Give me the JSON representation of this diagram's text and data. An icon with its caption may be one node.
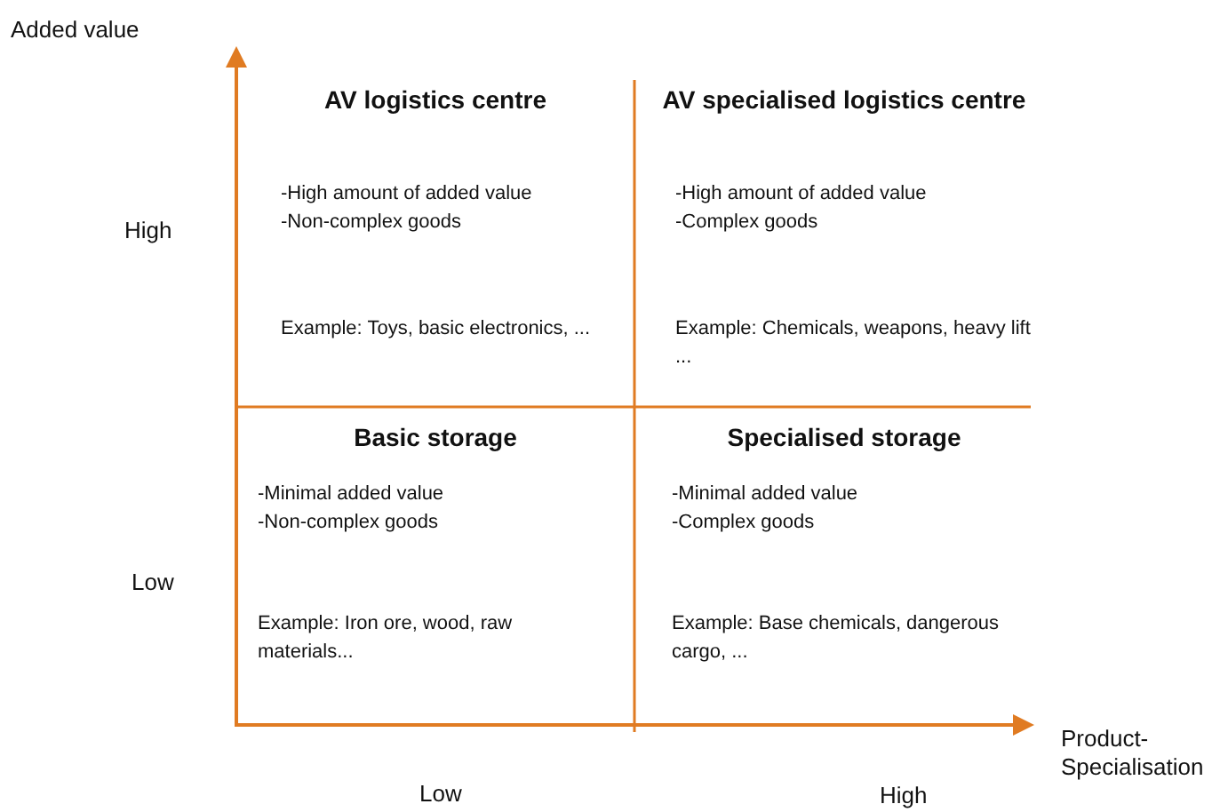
{
  "diagram": {
    "nodes": [
      {
        "text": [
          "AV logistics centre",
          "-High amount of added value",
          "-Non-complex goods",
          "Example: Toys, basic electronics, ..."
        ]
      },
      {
        "text": [
          "AV specialised logistics centre",
          "-High amount of added value",
          "-Complex goods",
          "Example: Chemicals, weapons, heavy lift ..."
        ]
      },
      {
        "text": [
          "Basic storage",
          "-Minimal added value",
          "-Non-complex goods",
          "Example: Iron ore, wood, raw materials..."
        ]
      },
      {
        "text": [
          "Specialised storage",
          "-Minimal added value",
          "-Complex goods",
          "Example: Base chemicals, dangerous cargo, ..."
        ]
      }
    ],
    "labels": [
      "Added value",
      "High",
      "Low",
      "Product-Specialisation",
      "Low",
      "High"
    ]
  }
}
